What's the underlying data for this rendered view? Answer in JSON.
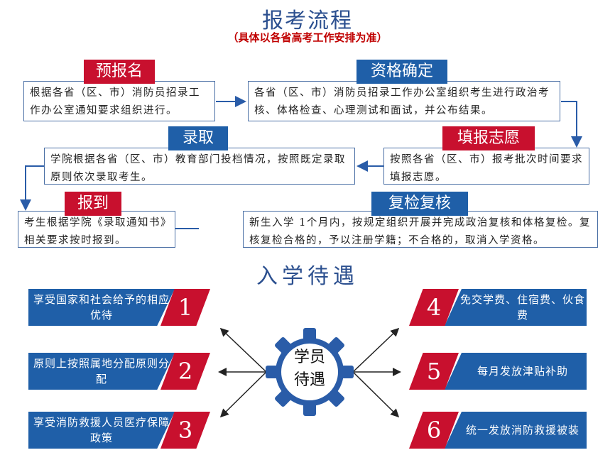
{
  "header": {
    "title": "报考流程",
    "subtitle": "（具体以各省高考工作安排为准）"
  },
  "steps": [
    {
      "tag": "预报名",
      "text": "根据各省（区、市）消防员招录工作办公室通知要求组织进行。"
    },
    {
      "tag": "资格确定",
      "text": "各省（区、市）消防员招录工作办公室组织考生进行政治考核、体格检查、心理测试和面试，并公布结果。"
    },
    {
      "tag": "填报志愿",
      "text": "按照各省（区、市）报考批次时间要求填报志愿。"
    },
    {
      "tag": "录取",
      "text": "学院根据各省（区、市）教育部门投档情况，按照既定录取原则依次录取考生。"
    },
    {
      "tag": "报到",
      "text": "考生根据学院《录取通知书》相关要求按时报到。"
    },
    {
      "tag": "复检复核",
      "text": "新生入学 1个月内，按规定组织开展并完成政治复核和体格复检。复核复检合格的，予以注册学籍；不合格的，取消入学资格。"
    }
  ],
  "benefits_title": "入学待遇",
  "center": {
    "line1": "学员",
    "line2": "待遇"
  },
  "benefits": [
    {
      "num": "1",
      "text": "享受国家和社会给予的相应优待"
    },
    {
      "num": "2",
      "text": "原则上按照属地分配原则分配"
    },
    {
      "num": "3",
      "text": "享受消防救援人员医疗保障政策"
    },
    {
      "num": "4",
      "text": "免交学费、住宿费、伙食费"
    },
    {
      "num": "5",
      "text": "每月发放津贴补助"
    },
    {
      "num": "6",
      "text": "统一发放消防救援被装"
    }
  ],
  "colors": {
    "red": "#c8102e",
    "blue": "#1f5fa8",
    "title": "#2b4f8f",
    "arrow": "#2a5ca8"
  }
}
